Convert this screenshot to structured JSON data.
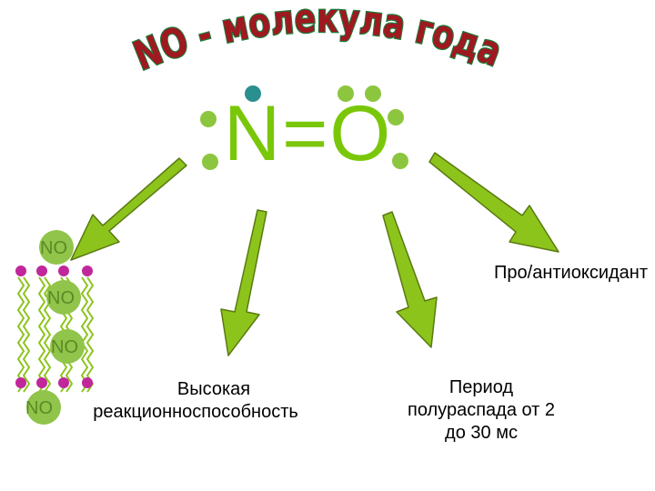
{
  "title": "NO - молекула года",
  "molecule": {
    "formula": "N=O"
  },
  "labels": {
    "left_caption_line1": "Высокая",
    "left_caption_line2": "реакционноспособность",
    "middle_caption_line1": "Период",
    "middle_caption_line2": "полураспада от 2",
    "middle_caption_line3": "до 30 мс",
    "right_caption": "Про/антиоксидант"
  },
  "membrane": {
    "molecule_label": "NO"
  },
  "colors": {
    "arrow": "#8cc41c",
    "arrow_outline": "#5a7a10",
    "formula": "#7ac70a",
    "electron_dot": "#8cc63f",
    "radical_dot": "#2a8f8f",
    "lipid_head": "#c0279a",
    "lipid_tail": "#8cc41c",
    "title_fill": "#a01820",
    "title_outline": "#1e7a3a"
  }
}
